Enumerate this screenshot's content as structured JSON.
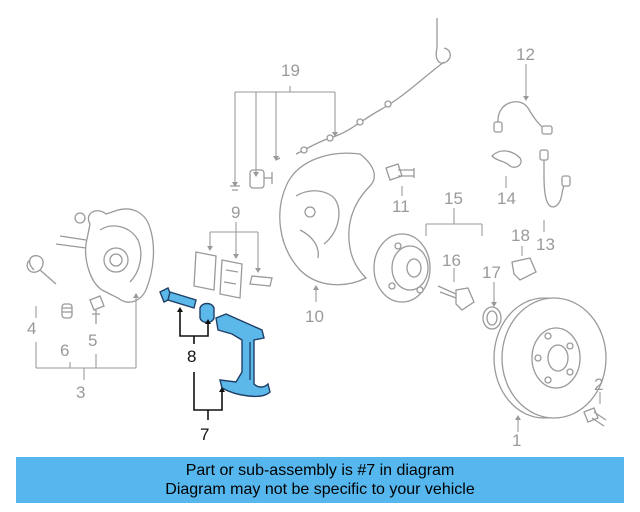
{
  "callouts": {
    "c1": "1",
    "c2": "2",
    "c3": "3",
    "c4": "4",
    "c5": "5",
    "c6": "6",
    "c7": "7",
    "c8": "8",
    "c9": "9",
    "c10": "10",
    "c11": "11",
    "c12": "12",
    "c13": "13",
    "c14": "14",
    "c15": "15",
    "c16": "16",
    "c17": "17",
    "c18": "18",
    "c19": "19"
  },
  "highlight": {
    "part": "7",
    "color": "#5bb8e8"
  },
  "banner": {
    "line1": "Part or sub-assembly is #7 in diagram",
    "line2": "Diagram may not be specific to your vehicle",
    "background": "#55b7ee"
  }
}
